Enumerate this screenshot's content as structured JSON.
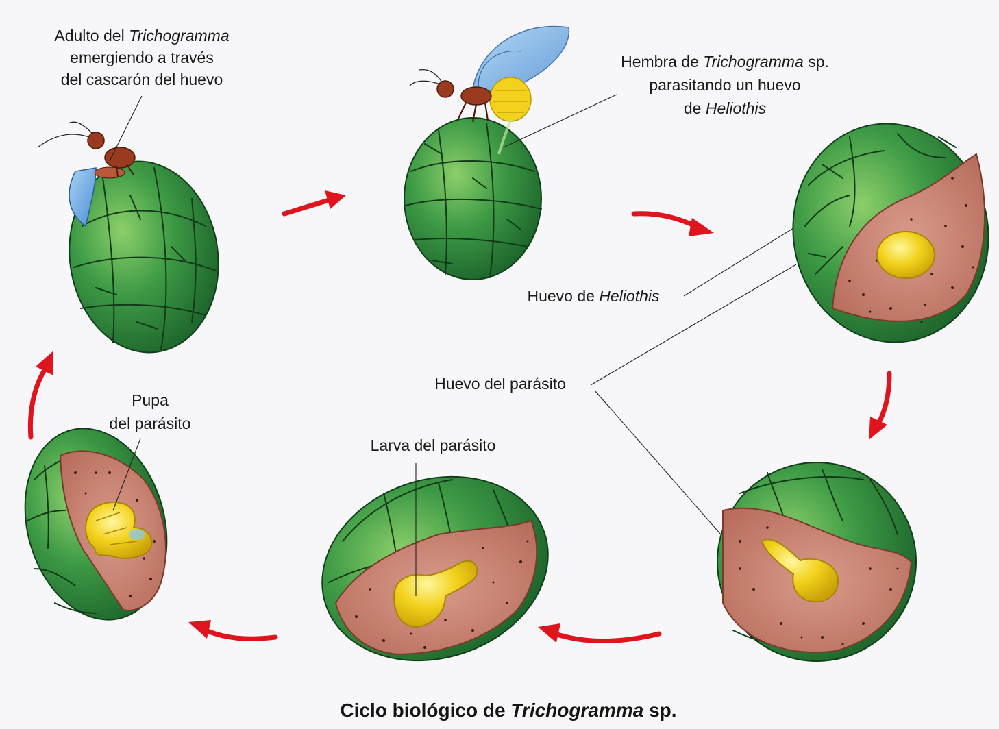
{
  "title": {
    "part1": "Ciclo biológico de ",
    "italic": "Trichogramma",
    "part2": " sp."
  },
  "labels": {
    "adult": {
      "line1_a": "Adulto del ",
      "line1_b": "Trichogramma",
      "line2": "emergiendo a través",
      "line3": "del cascarón del huevo"
    },
    "female": {
      "line1_a": "Hembra de ",
      "line1_b": "Trichogramma",
      "line1_c": " sp.",
      "line2": "parasitando un huevo",
      "line3_a": "de ",
      "line3_b": "Heliothis"
    },
    "host_egg": {
      "a": "Huevo de ",
      "b": "Heliothis"
    },
    "parasite_egg": "Huevo del parásito",
    "larva": "Larva del parásito",
    "pupa": {
      "line1": "Pupa",
      "line2": "del parásito"
    }
  },
  "colors": {
    "egg_shell": "#2f8a3c",
    "egg_inside": "#c98374",
    "parasite": "#f2d21c",
    "arrow": "#e0141c",
    "insect_body": "#9a3a1e",
    "wing": "#6aa8e0"
  }
}
